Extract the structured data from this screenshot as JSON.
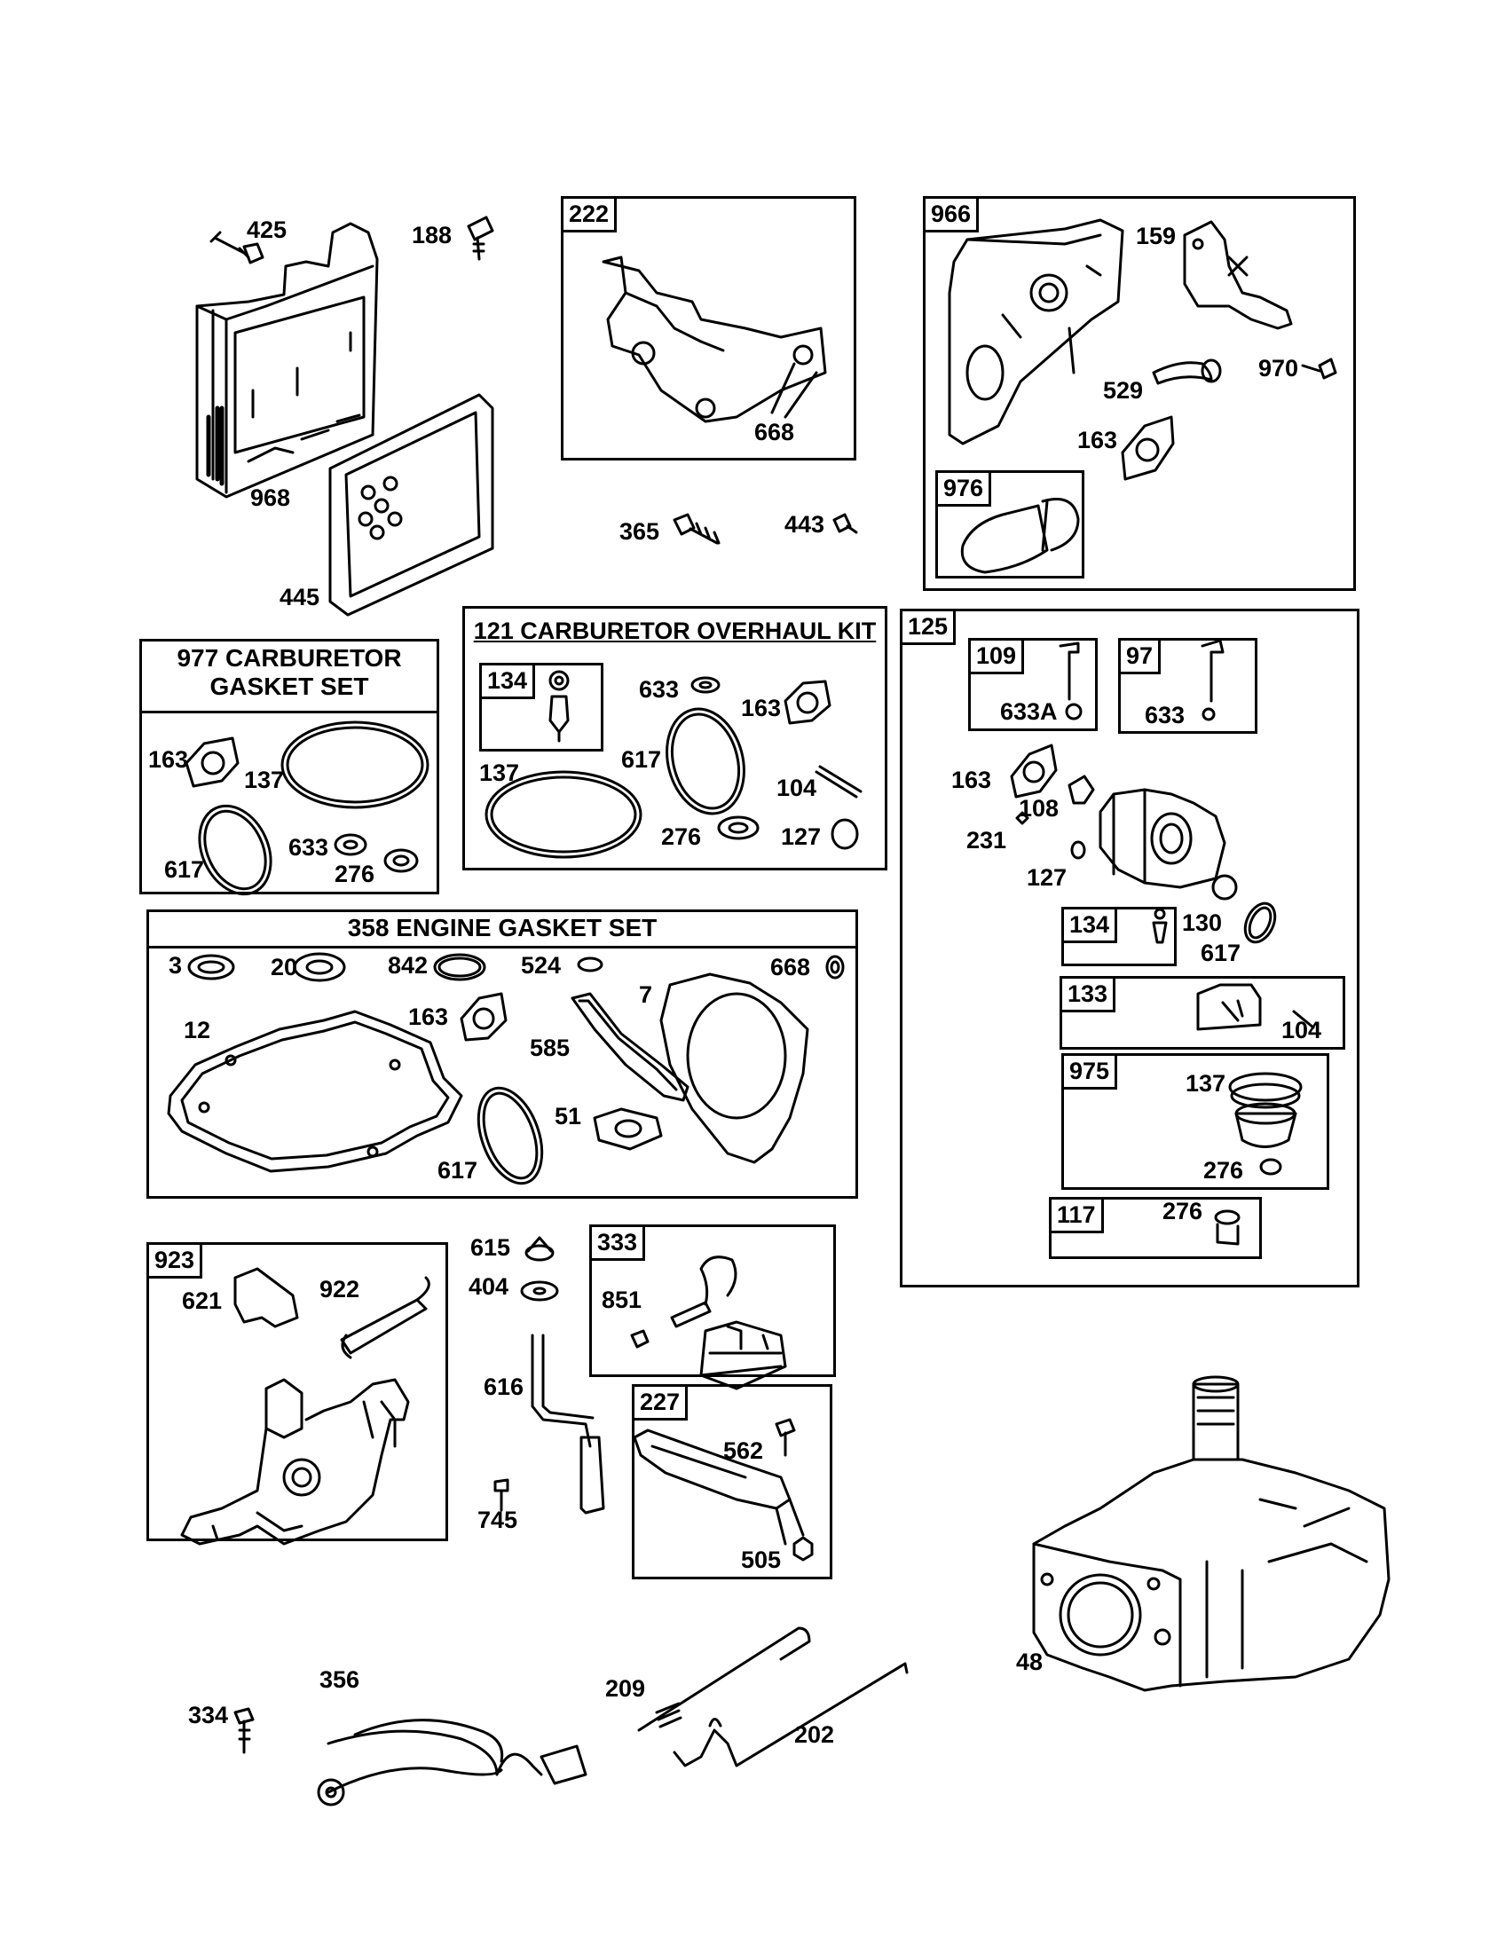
{
  "kits": {
    "k977": {
      "line1": "977 CARBURETOR",
      "line2": "GASKET SET"
    },
    "k121": "121 CARBURETOR OVERHAUL KIT",
    "k358": "358 ENGINE GASKET SET"
  },
  "boxes": {
    "b222": "222",
    "b966": "966",
    "b976": "976",
    "b125": "125",
    "b109": "109",
    "b97": "97",
    "b134a": "134",
    "b134b": "134",
    "b133": "133",
    "b975": "975",
    "b117": "117",
    "b923": "923",
    "b333": "333",
    "b227": "227"
  },
  "labels": {
    "l425": "425",
    "l188": "188",
    "l968": "968",
    "l445": "445",
    "l668a": "668",
    "l365": "365",
    "l443": "443",
    "l159": "159",
    "l970": "970",
    "l529": "529",
    "l163a": "163",
    "l163b": "163",
    "l137a": "137",
    "l617a": "617",
    "l633a": "633",
    "l276a": "276",
    "l633b": "633",
    "l163c": "163",
    "l137b": "137",
    "l617b": "617",
    "l104a": "104",
    "l276b": "276",
    "l127a": "127",
    "l633A": "633A",
    "l633c": "633",
    "l163d": "163",
    "l108": "108",
    "l231": "231",
    "l127b": "127",
    "l130": "130",
    "l617c": "617",
    "l104b": "104",
    "l137c": "137",
    "l276c": "276",
    "l276d": "276",
    "l3": "3",
    "l20": "20",
    "l842": "842",
    "l524": "524",
    "l668b": "668",
    "l7": "7",
    "l12": "12",
    "l163e": "163",
    "l585": "585",
    "l51": "51",
    "l617d": "617",
    "l621": "621",
    "l922": "922",
    "l615": "615",
    "l404": "404",
    "l616": "616",
    "l745": "745",
    "l851": "851",
    "l562": "562",
    "l505": "505",
    "l48": "48",
    "l334": "334",
    "l356": "356",
    "l209": "209",
    "l202": "202"
  }
}
